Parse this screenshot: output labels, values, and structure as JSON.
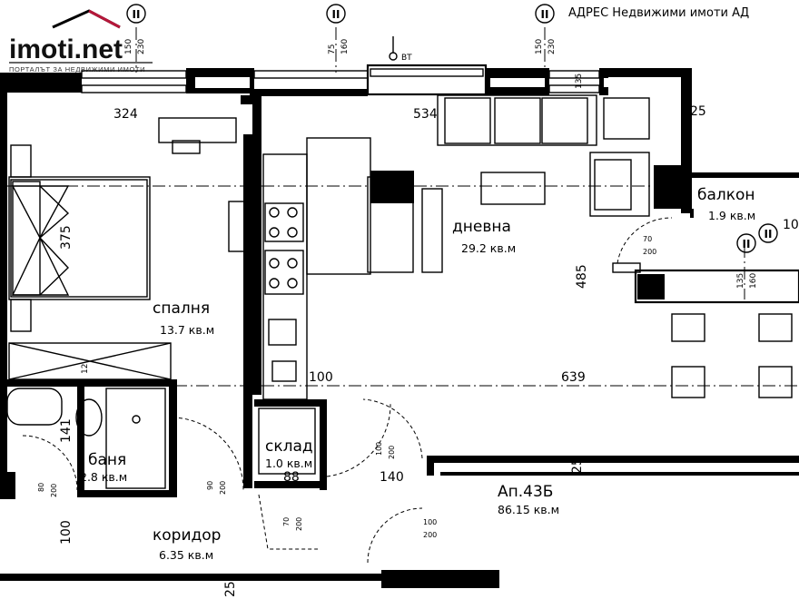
{
  "brand": {
    "logo": "imoti.net",
    "tagline": "ПОРТАЛЪТ ЗА НЕДВИЖИМИ ИМОТИ",
    "accent": "#b5173a"
  },
  "company": "АДРЕС Недвижими имоти АД",
  "axis_marks": {
    "label": "II"
  },
  "rooms": {
    "bedroom": {
      "name": "спалня",
      "area": "13.7 кв.м"
    },
    "living": {
      "name": "дневна",
      "area": "29.2 кв.м"
    },
    "balcony": {
      "name": "балкон",
      "area": "1.9 кв.м"
    },
    "bathroom": {
      "name": "баня",
      "area": "2.8 кв.м"
    },
    "storage": {
      "name": "склад",
      "area": "1.0 кв.м"
    },
    "corridor": {
      "name": "коридор",
      "area": "6.35 кв.м"
    },
    "apartment": {
      "name": "Ап.43Б",
      "area": "86.15 кв.м"
    }
  },
  "dimensions": {
    "d324": "324",
    "d534": "534",
    "d25a": "25",
    "d375": "375",
    "d485": "485",
    "d639": "639",
    "d100a": "100",
    "d141": "141",
    "d88": "88",
    "d140": "140",
    "d100b": "100",
    "d25b": "25",
    "d25c": "25",
    "d10": "10",
    "d12": "12",
    "d135": "135"
  },
  "window_labels": {
    "w1a": "150",
    "w1b": "230",
    "w2a": "75",
    "w2b": "160",
    "w3a": "150",
    "w3b": "230",
    "w4a": "135",
    "w4b": "160",
    "bt": "BT"
  },
  "door_labels": {
    "living_door": {
      "w": "70",
      "h": "200"
    },
    "main_door": {
      "w": "100",
      "h": "200"
    },
    "bath_door": {
      "w": "80",
      "h": "200"
    },
    "bath_door2": {
      "w": "90",
      "h": "200"
    },
    "storage_door": {
      "w": "70",
      "h": "200"
    },
    "storage_door2": {
      "w": "100",
      "h": "200"
    }
  }
}
